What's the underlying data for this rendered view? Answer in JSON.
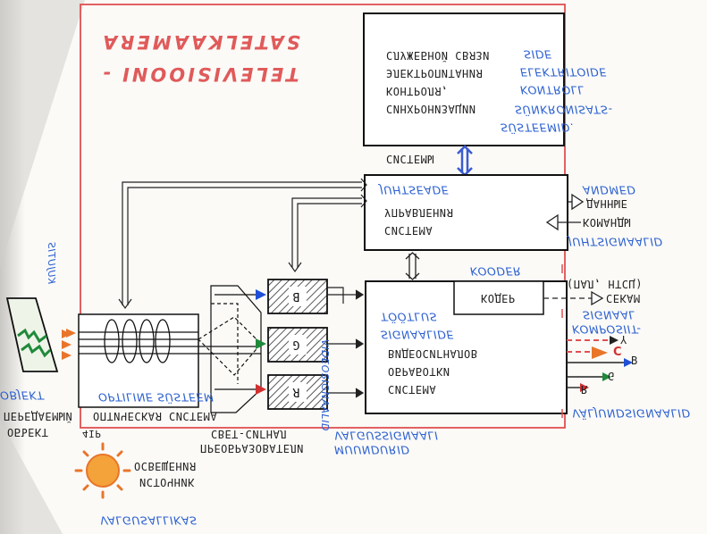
{
  "title": {
    "line1": "SATELKAAMERA",
    "line2": "TELEVISIOONI -"
  },
  "blocks": {
    "service": {
      "lines": [
        "СЛУЖЕБНОЙ СВЯЗИ",
        "ЭЛЕКТРОПИТАНИЯ",
        "КОНТРОЛЯ,",
        "СИНХРОНИЗАЦИИ"
      ],
      "estonian": [
        "SIDE",
        "ELEKTRITOIDE",
        "KONTROLL",
        "SÜNKRONISATS-",
        "SÜSTEEMID."
      ],
      "footer": "СИСТЕМЫ"
    },
    "control": {
      "lines": [
        "УПРАВЛЕНИЯ",
        "СИСТЕМА"
      ],
      "estonian": "JUHTSEADE",
      "out_label": "ДАННЫЕ",
      "out_estonian": "ANDMED",
      "in_label": "КОМАНДЫ",
      "in_estonian": "JUHTSIGNAALID"
    },
    "processing": {
      "coder_label": "КОДЕР",
      "coder_estonian": "KOODER",
      "lines": [
        "ВИДЕОСИГНАЛОВ",
        "ОБРАБОТКИ",
        "СИСТЕМА"
      ],
      "estonian": [
        "TÖÖTLUS",
        "SIGNAALIDE"
      ],
      "output_text": "(ПАЛ, НТСЦ)",
      "output_sekam": "СЕКАМ",
      "output_estonian": [
        "SIGNAAL",
        "KOMPOSIIT-"
      ],
      "rgb": [
        "Y",
        "C",
        "B",
        "G",
        "R"
      ],
      "bottom_estonian": "VÄLJUNDSIGNAALID"
    },
    "optics": {
      "label": "ОПТИЧЕСКАЯ СИСТЕМА",
      "estonian": "OPTILINE SÜSTEEM"
    },
    "converters": {
      "letters": [
        "B",
        "G",
        "R"
      ],
      "label1": "СВЕТ-СИГНАЛ",
      "label2": "ПРЕОБРАЗОВАТЕЛИ",
      "estonian1": "VALGUSSIGNAALI",
      "estonian2": "MUUNDURID",
      "vertical_estonian": "VIDEOSIGNAALID"
    },
    "object": {
      "label1": "ПЕРЕДАЕМЫЙ",
      "label2": "ОБЪЕКТ",
      "estonian": "OBJEKT",
      "arrow_estonian": "KUJUTIS"
    },
    "light": {
      "label1": "ОСВЕЩЕНИЯ",
      "label2": "ИСТОЧНИК",
      "estonian": "VALGUSALLIKAS",
      "symbol": "4IP"
    }
  },
  "colors": {
    "red_border": "#e05050",
    "blue_text": "#2a5fd0",
    "arrow_blue": "#1f4fd6",
    "arrow_green": "#1f8a3a",
    "arrow_red": "#d23030",
    "arrow_orange": "#e8752a"
  }
}
